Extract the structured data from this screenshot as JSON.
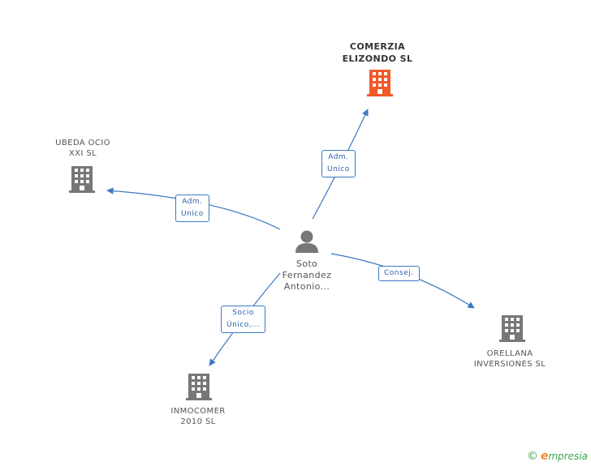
{
  "colors": {
    "edge": "#3b78c4",
    "building": "#777777",
    "building_main": "#f05a28",
    "person": "#777777"
  },
  "nodes": {
    "main": {
      "line1": "COMERZIA",
      "line2": "ELIZONDO SL"
    },
    "ubeda": {
      "line1": "UBEDA OCIO",
      "line2": "XXI SL"
    },
    "orellana": {
      "line1": "ORELLANA",
      "line2": "INVERSIONES SL"
    },
    "inmocomer": {
      "line1": "INMOCOMER",
      "line2": "2010 SL"
    },
    "person": {
      "line1": "Soto",
      "line2": "Fernandez",
      "line3": "Antonio..."
    }
  },
  "edges": {
    "to_main": {
      "line1": "Adm.",
      "line2": "Unico"
    },
    "to_ubeda": {
      "line1": "Adm.",
      "line2": "Unico"
    },
    "to_orellana": {
      "line1": "Consej."
    },
    "to_inmocomer": {
      "line1": "Socio",
      "line2": "Único,..."
    }
  },
  "watermark": {
    "copyright": "©",
    "brand_e": "e",
    "brand_rest": "mpresia"
  }
}
